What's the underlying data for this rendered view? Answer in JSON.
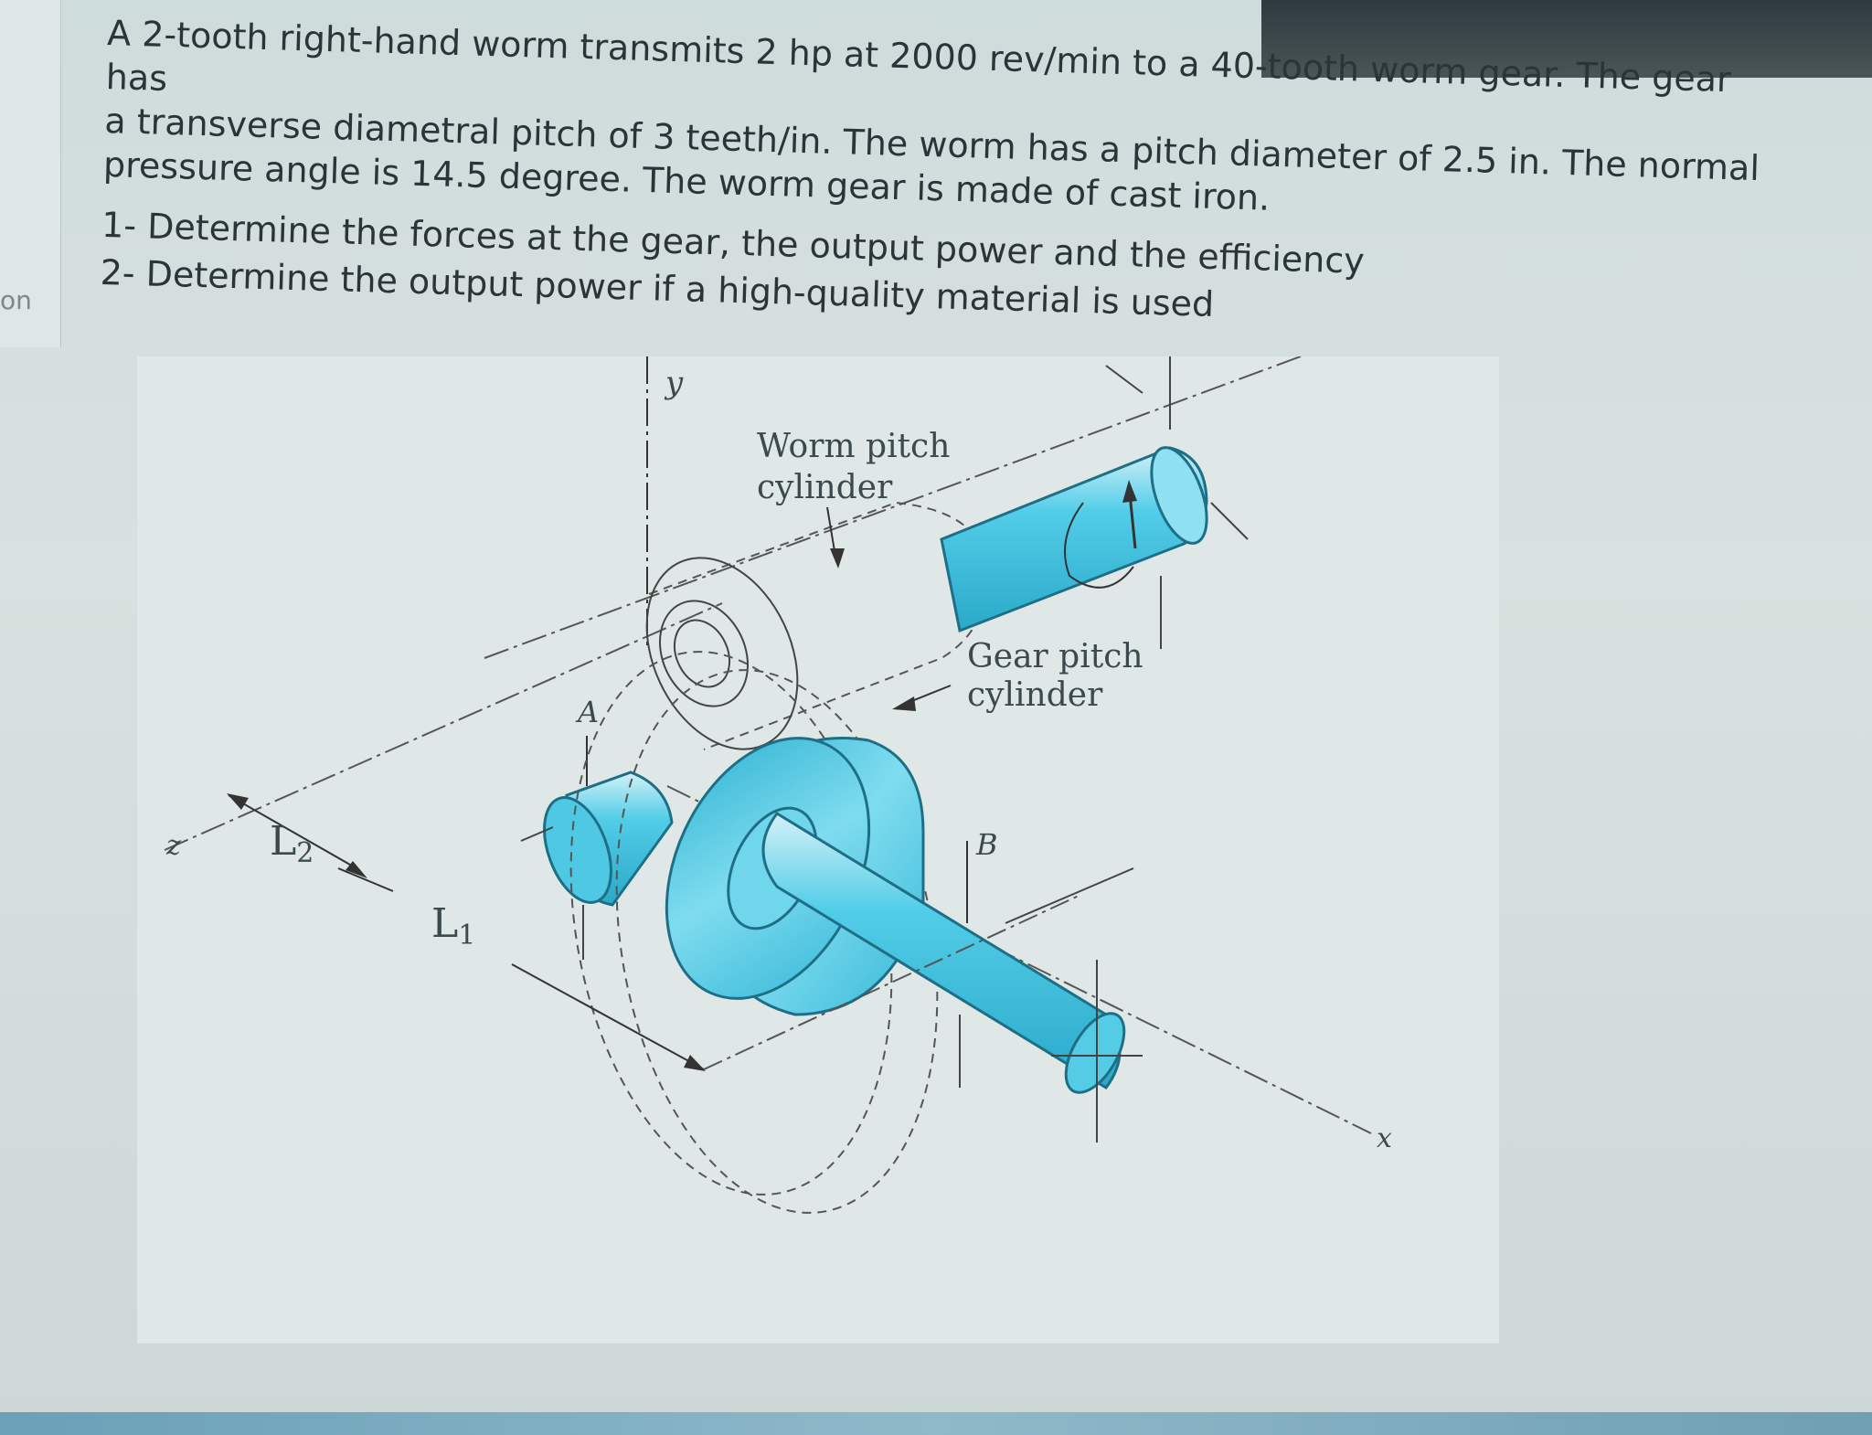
{
  "side_tab": {
    "label": "on"
  },
  "problem": {
    "line1": "A 2-tooth right-hand worm transmits 2 hp at 2000 rev/min to a 40-tooth worm gear. The gear has",
    "line2": "a transverse diametral pitch of 3 teeth/in. The worm has a pitch diameter of 2.5 in. The normal",
    "line3": "pressure angle is 14.5 degree. The worm gear is made of cast iron.",
    "question1": "1- Determine the forces at the gear, the output power and the efficiency",
    "question2": "2- Determine the output power if a high-quality material is used"
  },
  "figure": {
    "label_y": "y",
    "label_worm_line1": "Worm pitch",
    "label_worm_line2": "cylinder",
    "label_A": "A",
    "label_gear_line1": "Gear pitch",
    "label_gear_line2": "cylinder",
    "label_B": "B",
    "label_z": "z",
    "label_L2": "L",
    "label_L2_sub": "2",
    "label_L1": "L",
    "label_L1_sub": "1",
    "label_x": "x"
  },
  "colors": {
    "accent_cyan": "#3cc3e0",
    "text": "#2b3437"
  }
}
